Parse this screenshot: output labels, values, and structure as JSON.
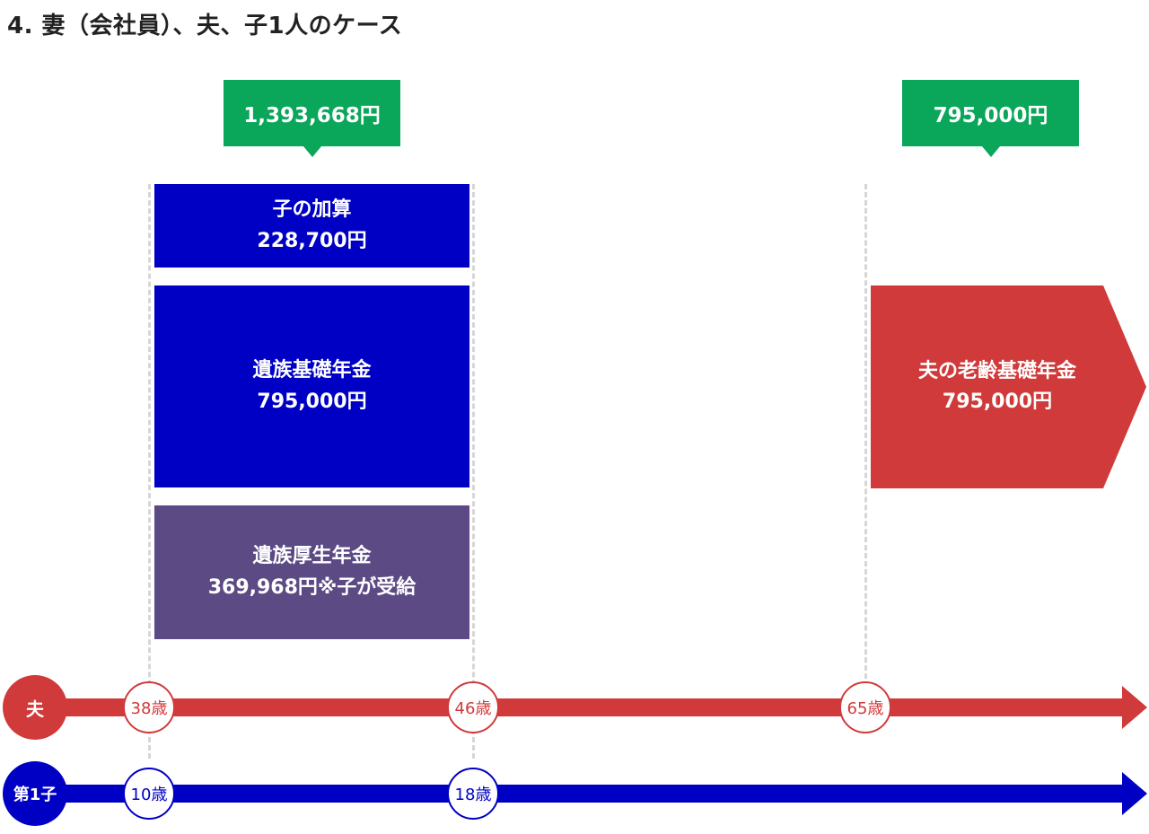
{
  "title": "4. 妻（会社員）、夫、子1人のケース",
  "callouts": {
    "left_total": "1,393,668円",
    "right_total": "795,000円"
  },
  "blocks": {
    "child_addition": {
      "name": "子の加算",
      "amount": "228,700円"
    },
    "survivor_basic": {
      "name": "遺族基礎年金",
      "amount": "795,000円"
    },
    "survivor_employee": {
      "name": "遺族厚生年金",
      "amount": "369,968円※子が受給"
    },
    "husband_old_age": {
      "name": "夫の老齢基礎年金",
      "amount": "795,000円"
    }
  },
  "timelines": {
    "husband": {
      "label": "夫",
      "ages": [
        "38歳",
        "46歳",
        "65歳"
      ],
      "color": "#d03a3a"
    },
    "child": {
      "label": "第1子",
      "ages": [
        "10歳",
        "18歳"
      ],
      "color": "#0000c4"
    }
  },
  "colors": {
    "callout_green": "#0aa65a",
    "blue_block": "#0000c4",
    "purple_block": "#5c4a84",
    "red": "#d03a3a"
  }
}
